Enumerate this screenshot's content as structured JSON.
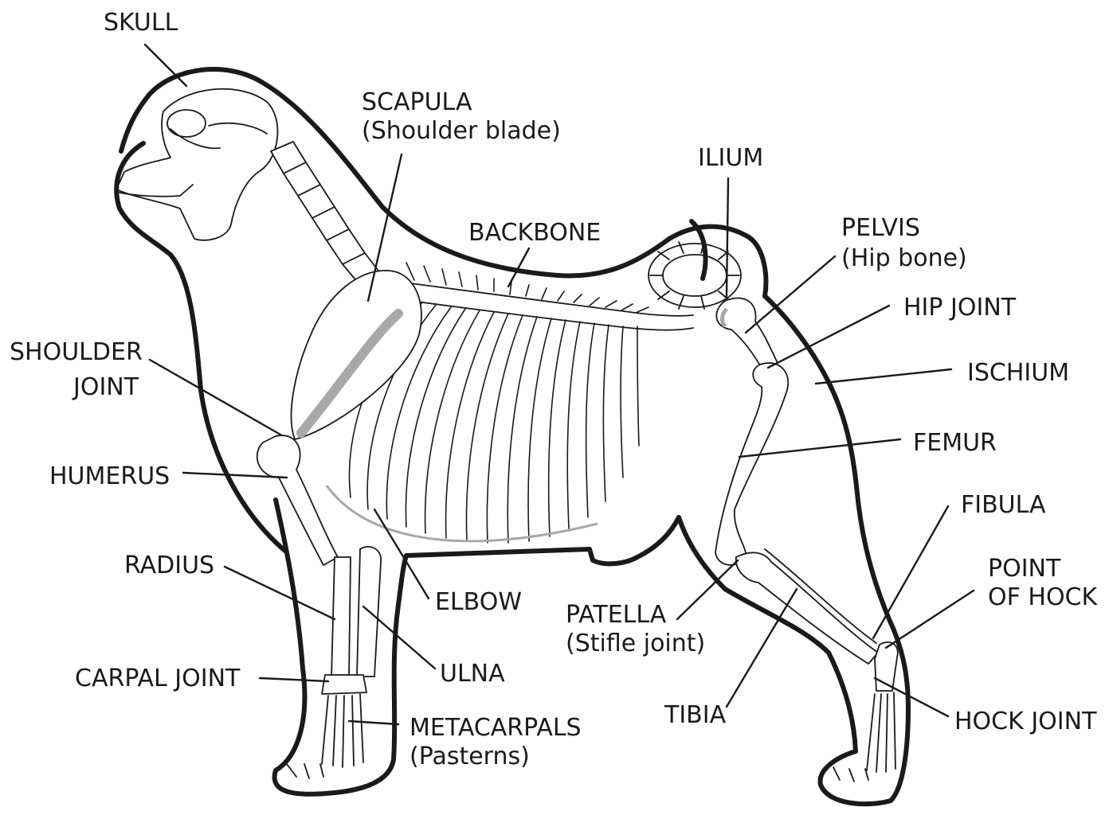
{
  "diagram": {
    "colors": {
      "stroke": "#1a1a1a",
      "highlight": "#a8a8a8",
      "background": "#ffffff"
    },
    "labels": {
      "skull": "SKULL",
      "scapula": "SCAPULA",
      "scapula_sub": "(Shoulder blade)",
      "backbone": "BACKBONE",
      "ilium": "ILIUM",
      "pelvis": "PELVIS",
      "pelvis_sub": "(Hip bone)",
      "hip_joint": "HIP JOINT",
      "ischium": "ISCHIUM",
      "shoulder_joint_1": "SHOULDER",
      "shoulder_joint_2": "JOINT",
      "humerus": "HUMERUS",
      "femur": "FEMUR",
      "fibula": "FIBULA",
      "radius": "RADIUS",
      "elbow": "ELBOW",
      "point_of_hock_1": "POINT",
      "point_of_hock_2": "OF HOCK",
      "patella": "PATELLA",
      "patella_sub": "(Stifle joint)",
      "ulna": "ULNA",
      "carpal_joint": "CARPAL JOINT",
      "tibia": "TIBIA",
      "hock_joint": "HOCK JOINT",
      "metacarpals": "METACARPALS",
      "metacarpals_sub": "(Pasterns)"
    }
  }
}
